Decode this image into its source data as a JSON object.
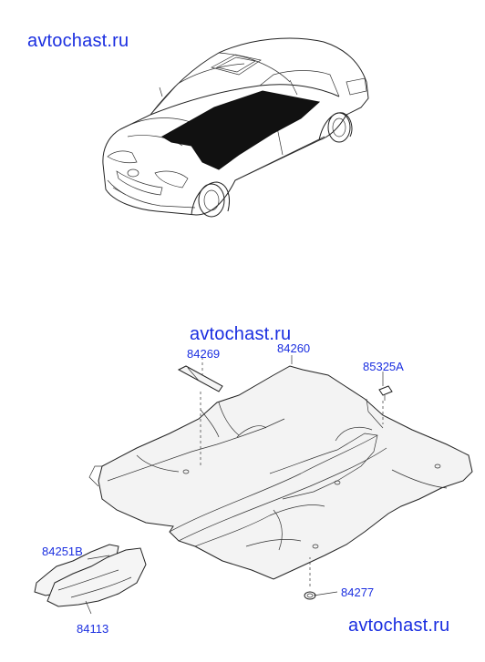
{
  "watermarks": [
    "avtochast.ru",
    "avtochast.ru",
    "avtochast.ru"
  ],
  "parts": {
    "p84269": "84269",
    "p84260": "84260",
    "p85325A": "85325A",
    "p84251B": "84251B",
    "p84113": "84113",
    "p84277": "84277"
  }
}
